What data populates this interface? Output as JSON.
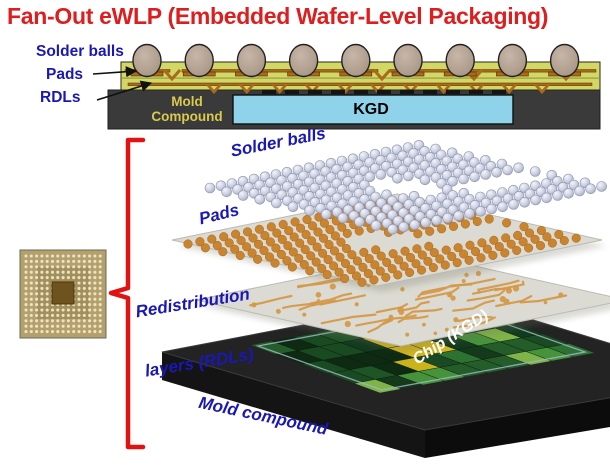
{
  "title": "Fan-Out eWLP (Embedded Wafer-Level Packaging)",
  "cross_section": {
    "label_solder_balls": "Solder balls",
    "label_pads": "Pads",
    "label_rdls": "RDLs",
    "mold_line1": "Mold",
    "mold_line2": "Compound",
    "kgd_label": "KGD"
  },
  "exploded": {
    "label_solder_balls": "Solder balls",
    "label_pads": "Pads",
    "label_rdls_line1": "Redistribution",
    "label_rdls_line2": "layers (RDLs)",
    "label_chip": "Chip (KGD)",
    "label_mold": "Mold compound"
  },
  "colors": {
    "title_red": "#dc1e1e",
    "label_blue": "#1a18b4",
    "brace_red": "#e01212",
    "band_yellow": "#d2d765",
    "trace_brown": "#a96a1c",
    "ball_tan": "#b3a08f",
    "kgd_cyan": "#8ed3ea",
    "mold_gray": "#3a3a3a",
    "mold_label_yellow": "#d9c94e",
    "sheet_gray": "#dcdbd3",
    "pad_orange": "#c8842f",
    "rdl_trace_orange": "#d49a4a",
    "exploded_ball_gray": "#ccd1e2",
    "chip_green": "#1f5426",
    "mold_block_black": "#1b1b1b",
    "photo_olive": "#b3a06b"
  }
}
